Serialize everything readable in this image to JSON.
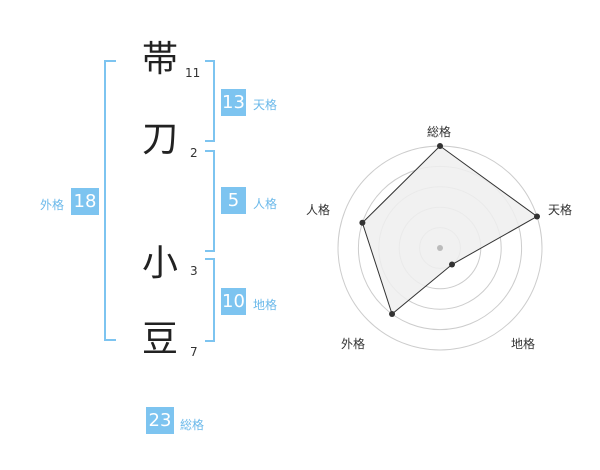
{
  "name_chars": [
    {
      "char": "帯",
      "strokes": "11"
    },
    {
      "char": "刀",
      "strokes": "2"
    },
    {
      "char": "小",
      "strokes": "3"
    },
    {
      "char": "豆",
      "strokes": "7"
    }
  ],
  "fortunes": {
    "tenkaku": {
      "value": "13",
      "label": "天格"
    },
    "jinkaku": {
      "value": "5",
      "label": "人格"
    },
    "chikaku": {
      "value": "10",
      "label": "地格"
    },
    "gaikaku": {
      "value": "18",
      "label": "外格"
    },
    "soukaku": {
      "value": "23",
      "label": "総格"
    }
  },
  "chart_data": {
    "type": "radar",
    "axes": [
      "総格",
      "天格",
      "地格",
      "外格",
      "人格"
    ],
    "values": [
      5,
      5,
      1,
      4,
      4
    ],
    "max": 5,
    "rings": 5,
    "colors": {
      "fill": "#eeeeee",
      "line": "#333333",
      "grid": "#cccccc",
      "center": "#bbbbbb"
    }
  }
}
